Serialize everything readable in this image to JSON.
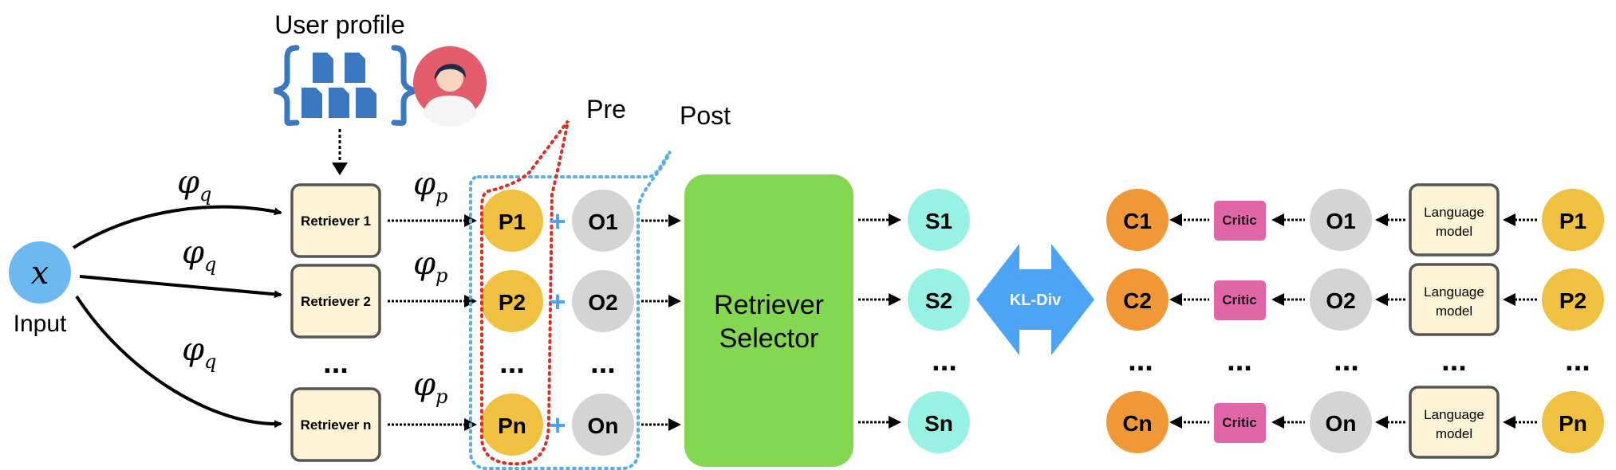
{
  "input": {
    "symbol": "x",
    "label": "Input"
  },
  "user_profile": {
    "label": "User profile"
  },
  "phi_q": {
    "symbol": "φ",
    "subscript": "q"
  },
  "phi_p": {
    "symbol": "φ",
    "subscript": "p"
  },
  "retrievers": [
    "Retriever 1",
    "Retriever 2",
    "Retriever n"
  ],
  "prompts": [
    "P1",
    "P2",
    "Pn"
  ],
  "outputs": [
    "O1",
    "O2",
    "On"
  ],
  "plus": "+",
  "pre_label": "Pre",
  "post_label": "Post",
  "selector": {
    "line1": "Retriever",
    "line2": "Selector"
  },
  "scores": [
    "S1",
    "S2",
    "Sn"
  ],
  "kl_div": "KL-Div",
  "critic_scores": [
    "C1",
    "C2",
    "Cn"
  ],
  "critic": "Critic",
  "language_model": {
    "line1": "Language",
    "line2": "model"
  },
  "ellipsis": "...",
  "colors": {
    "input": "#6cb8f0",
    "prompt": "#f0c040",
    "output": "#d4d4d4",
    "score": "#98f2e4",
    "critic_score": "#f09838",
    "critic": "#e066a8",
    "retriever_fill": "#fdf4d8",
    "selector": "#84d851",
    "kl": "#4da3f5",
    "doc": "#3a78c0",
    "avatar_bg": "#e25c6b",
    "pre_outline": "#d93025",
    "post_outline": "#5aaee8"
  }
}
